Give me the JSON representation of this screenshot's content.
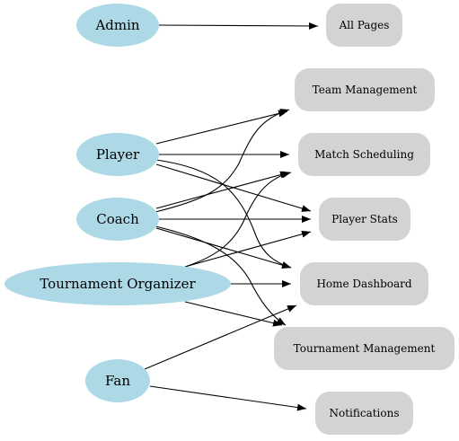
{
  "roles": [
    {
      "id": "admin",
      "label": "Admin"
    },
    {
      "id": "player",
      "label": "Player"
    },
    {
      "id": "coach",
      "label": "Coach"
    },
    {
      "id": "organizer",
      "label": "Tournament Organizer"
    },
    {
      "id": "fan",
      "label": "Fan"
    }
  ],
  "pages": [
    {
      "id": "all_pages",
      "label": "All Pages"
    },
    {
      "id": "team_mgmt",
      "label": "Team Management"
    },
    {
      "id": "match_sched",
      "label": "Match Scheduling"
    },
    {
      "id": "player_stats",
      "label": "Player Stats"
    },
    {
      "id": "home_dash",
      "label": "Home Dashboard"
    },
    {
      "id": "tourn_mgmt",
      "label": "Tournament Management"
    },
    {
      "id": "notifications",
      "label": "Notifications"
    }
  ],
  "edges": [
    {
      "from": "admin",
      "to": "all_pages"
    },
    {
      "from": "player",
      "to": "team_mgmt"
    },
    {
      "from": "player",
      "to": "match_sched"
    },
    {
      "from": "player",
      "to": "player_stats"
    },
    {
      "from": "player",
      "to": "home_dash"
    },
    {
      "from": "coach",
      "to": "team_mgmt"
    },
    {
      "from": "coach",
      "to": "match_sched"
    },
    {
      "from": "coach",
      "to": "player_stats"
    },
    {
      "from": "coach",
      "to": "home_dash"
    },
    {
      "from": "coach",
      "to": "tourn_mgmt"
    },
    {
      "from": "organizer",
      "to": "match_sched"
    },
    {
      "from": "organizer",
      "to": "player_stats"
    },
    {
      "from": "organizer",
      "to": "home_dash"
    },
    {
      "from": "organizer",
      "to": "tourn_mgmt"
    },
    {
      "from": "fan",
      "to": "home_dash"
    },
    {
      "from": "fan",
      "to": "notifications"
    }
  ],
  "colors": {
    "role_fill": "#add8e6",
    "page_fill": "#d3d3d3",
    "edge": "#000000"
  }
}
